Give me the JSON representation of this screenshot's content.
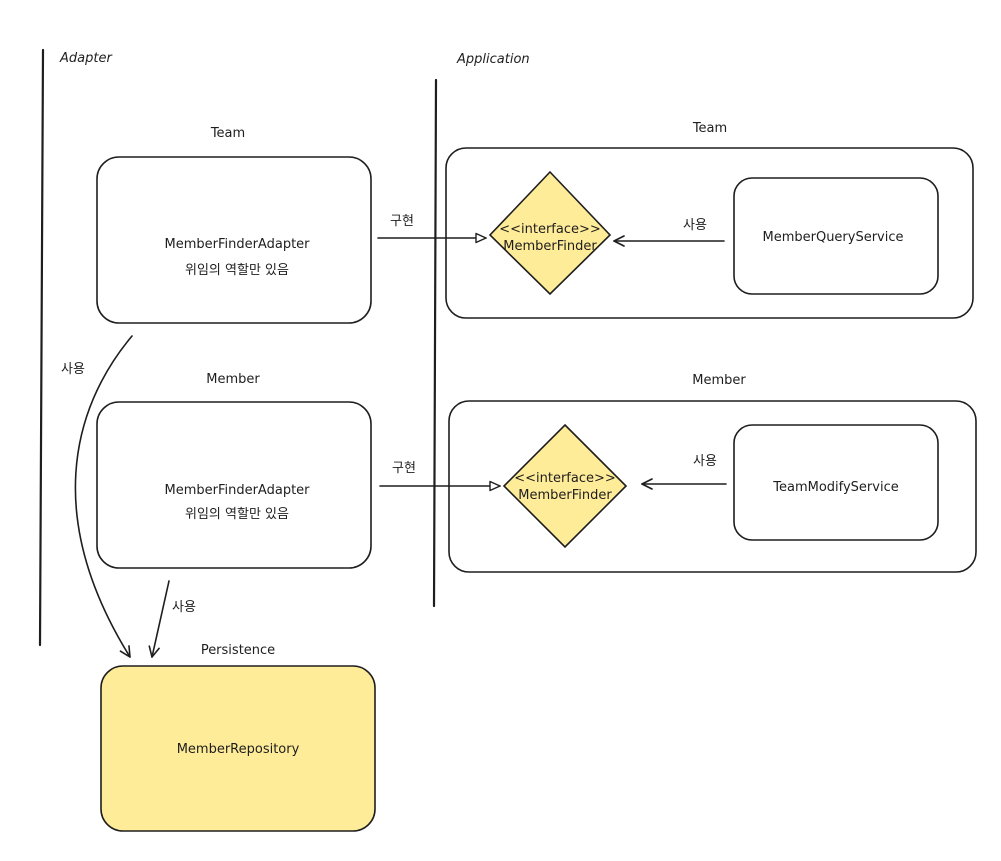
{
  "colors": {
    "stroke": "#1e1e1e",
    "highlight": "#ffec99",
    "background": "#ffffff"
  },
  "layers": {
    "adapter": "Adapter",
    "application": "Application",
    "persistence": "Persistence"
  },
  "groups": {
    "adapter_team": "Team",
    "adapter_member": "Member",
    "application_team": "Team",
    "application_member": "Member"
  },
  "nodes": {
    "team_adapter": {
      "name": "MemberFinderAdapter",
      "note": "위임의 역할만 있음"
    },
    "member_adapter": {
      "name": "MemberFinderAdapter",
      "note": "위임의 역할만 있음"
    },
    "team_interface": {
      "stereotype": "<<interface>>",
      "name": "MemberFinder"
    },
    "member_interface": {
      "stereotype": "<<interface>>",
      "name": "MemberFinder"
    },
    "member_query_service": {
      "name": "MemberQueryService"
    },
    "team_modify_service": {
      "name": "TeamModifyService"
    },
    "member_repository": {
      "name": "MemberRepository"
    }
  },
  "edges": {
    "team_implements": "구현",
    "member_implements": "구현",
    "team_uses": "사용",
    "member_uses": "사용",
    "adapter_uses_repo": "사용",
    "member_adapter_uses_repo": "사용"
  }
}
